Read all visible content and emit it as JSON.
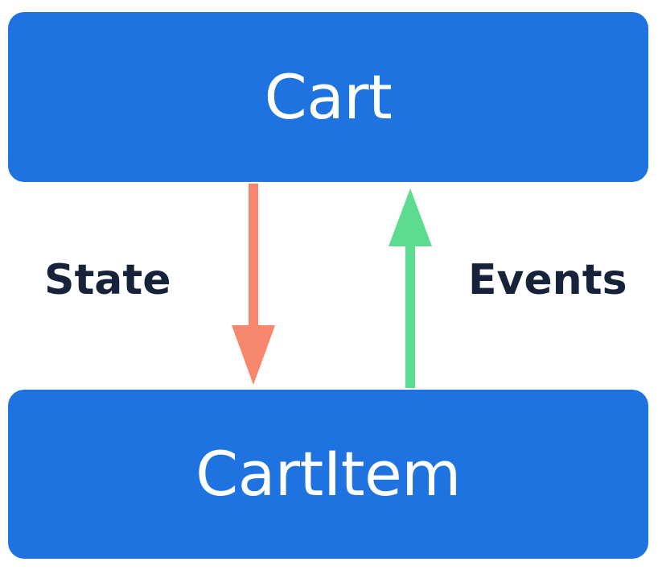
{
  "diagram": {
    "top_box": {
      "label": "Cart"
    },
    "bottom_box": {
      "label": "CartItem"
    },
    "down_arrow": {
      "label": "State"
    },
    "up_arrow": {
      "label": "Events"
    }
  },
  "colors": {
    "box_fill": "#1f73e0",
    "text_on_box": "#ffffff",
    "label_text": "#17233a",
    "state_arrow": "#f6866c",
    "events_arrow": "#5cdc8e"
  }
}
